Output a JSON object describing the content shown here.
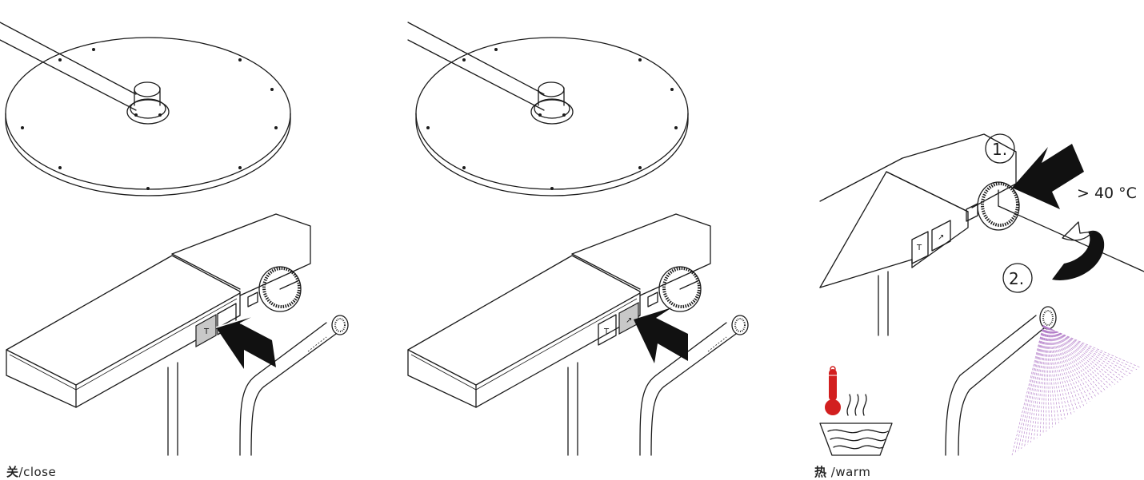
{
  "panels": [
    {
      "id": "step-close",
      "caption": {
        "cn": "关",
        "en": "close"
      }
    },
    {
      "id": "step-handshower"
    },
    {
      "id": "step-warm",
      "step_labels": [
        "1.",
        "2."
      ],
      "temperature": "> 40 °C",
      "caption": {
        "cn": "热",
        "en": "warm"
      }
    }
  ],
  "colors": {
    "line": "#1a1a1a",
    "button_active": "#c8c8c8",
    "spray": "#b27cc8",
    "thermometer": "#d21f1f"
  },
  "icons": {
    "arrow": "push-arrow-icon",
    "rotate": "rotate-arrow-icon",
    "thermometer": "thermometer-icon",
    "warm_water": "warm-water-icon"
  }
}
